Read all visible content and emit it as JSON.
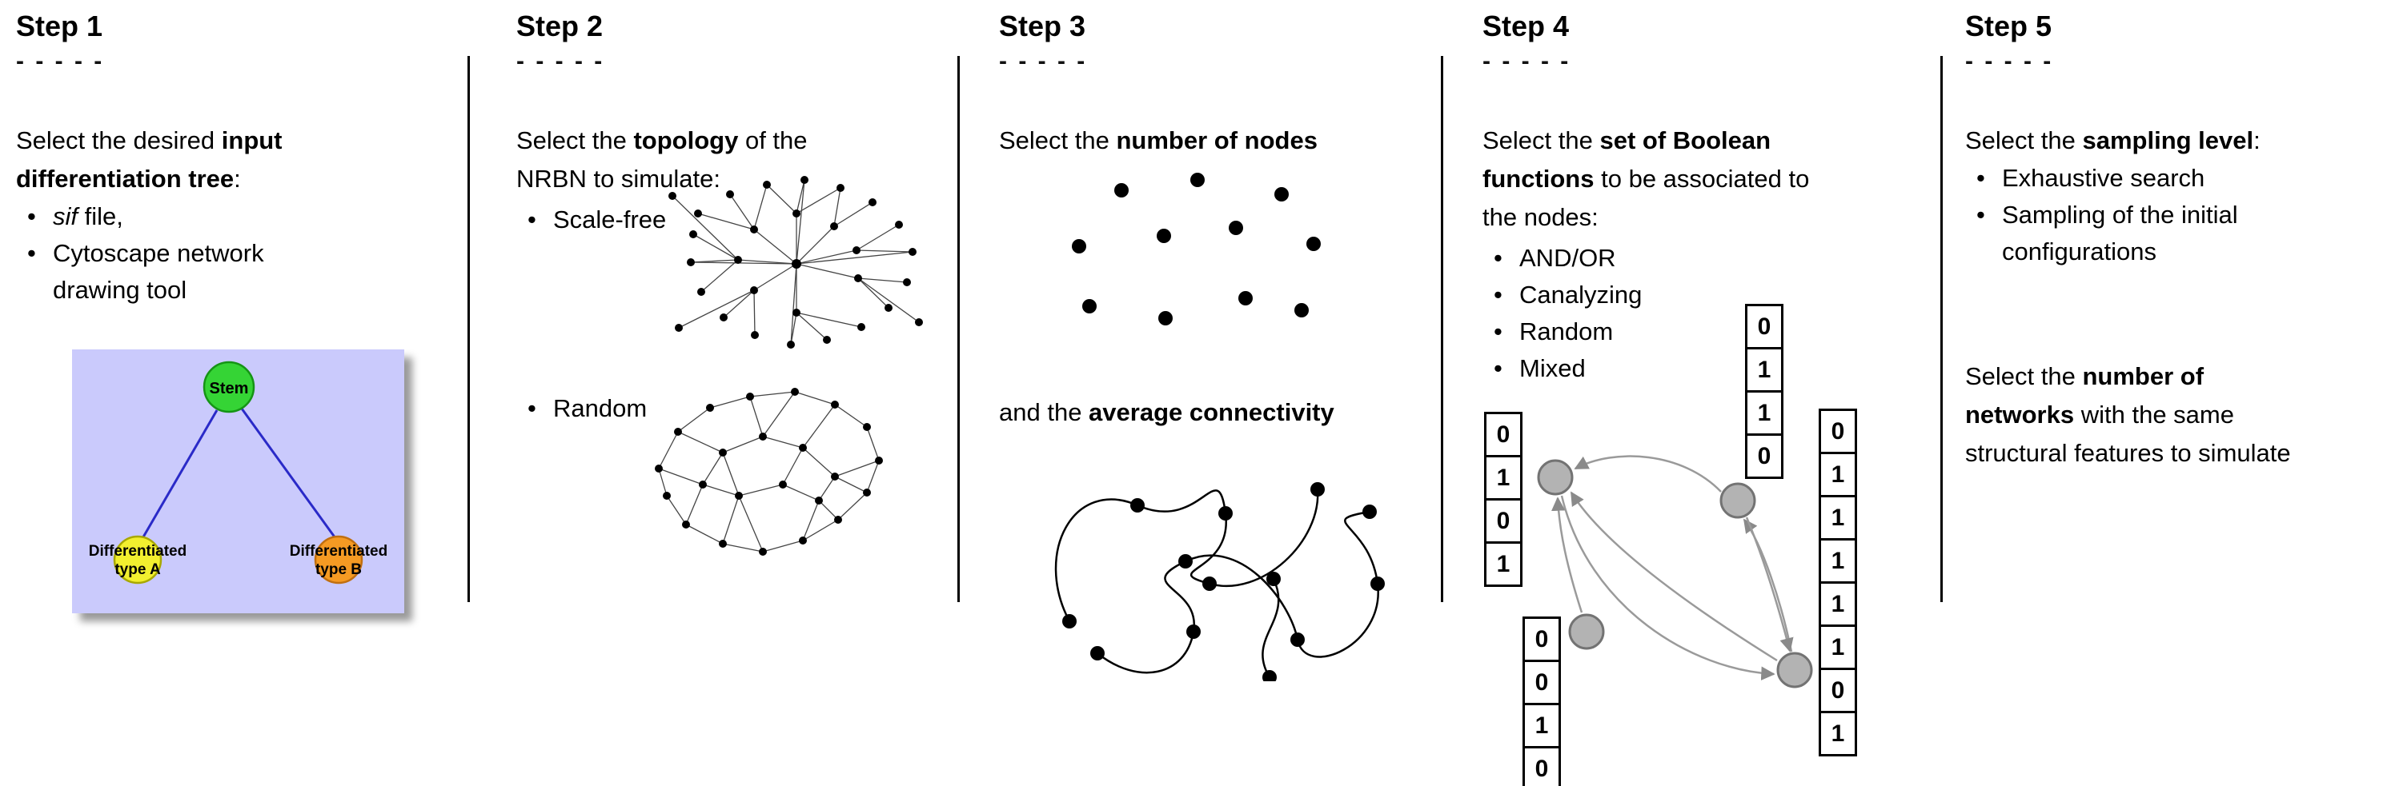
{
  "colors": {
    "tree_bg": "#cacafc",
    "stem_fill": "#35d435",
    "typeA_fill": "#f2ef2f",
    "typeB_fill": "#f59a23",
    "tree_edge": "#2a2ac8",
    "gray_node": "#b3b3b3",
    "arrow": "#999999"
  },
  "step1": {
    "title": "Step 1",
    "dashes": "- - - - -",
    "para": {
      "l1a": "Select the desired ",
      "l1b": "input",
      "l2a": "differentiation tree",
      "l2b": ":"
    },
    "bullets": {
      "b1_italic": "sif",
      "b1_rest": " file,",
      "b2": "Cytoscape network drawing tool"
    },
    "tree": {
      "root": "Stem",
      "left_l1": "Differentiated",
      "left_l2": "type A",
      "right_l1": "Differentiated",
      "right_l2": "type B"
    }
  },
  "step2": {
    "title": "Step 2",
    "dashes": "- - - - -",
    "para": {
      "l1a": "Select the ",
      "l1b": "topology",
      "l1c": " of the",
      "l2": "NRBN to simulate:"
    },
    "bullets": {
      "b1": "Scale-free",
      "b2": "Random"
    }
  },
  "step3": {
    "title": "Step 3",
    "dashes": "- - - - -",
    "para1": {
      "a": "Select the ",
      "b": "number of nodes"
    },
    "para2": {
      "a": "and the ",
      "b": "average connectivity"
    }
  },
  "step4": {
    "title": "Step 4",
    "dashes": "- - - - -",
    "para": {
      "l1a": "Select the ",
      "l1b": "set of Boolean",
      "l2a": "functions",
      "l2b": " to be associated to",
      "l3": "the nodes:"
    },
    "bullets": [
      "AND/OR",
      "Canalyzing",
      "Random",
      "Mixed"
    ],
    "truth_columns": {
      "top": [
        "0",
        "1",
        "1",
        "0"
      ],
      "left": [
        "0",
        "1",
        "0",
        "1"
      ],
      "bottom": [
        "0",
        "0",
        "1",
        "0"
      ],
      "right": [
        "0",
        "1",
        "1",
        "1",
        "1",
        "1",
        "0",
        "1"
      ]
    }
  },
  "step5": {
    "title": "Step 5",
    "dashes": "- - - - -",
    "para1": {
      "a": "Select the ",
      "b": "sampling level",
      "c": ":"
    },
    "bullets": [
      "Exhaustive search",
      "Sampling of the initial configurations"
    ],
    "para2": {
      "l1a": "Select the ",
      "l1b": "number of",
      "l2a": "networks",
      "l2b": " with the same",
      "l3": "structural features to simulate"
    }
  }
}
